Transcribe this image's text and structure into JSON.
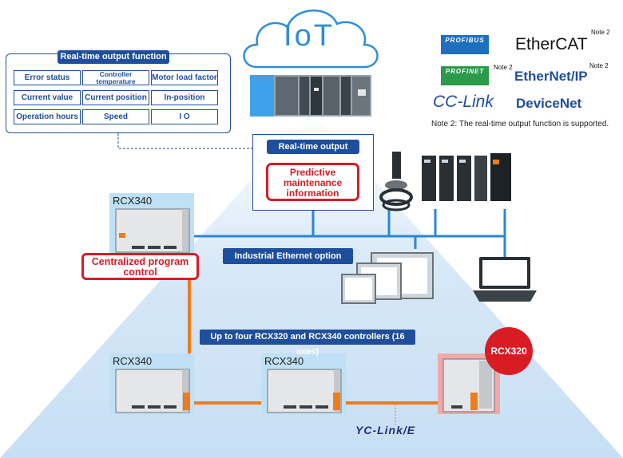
{
  "cloud": {
    "label": "IoT"
  },
  "realtime_panel": {
    "title": "Real-time output function",
    "items": [
      "Error status",
      "Controller temperature",
      "Motor load factor",
      "Current value",
      "Current position",
      "In-position",
      "Operation hours",
      "Speed",
      "I O"
    ]
  },
  "logos": {
    "profibus": "PROFIBUS",
    "profinet": "PROFINET",
    "ethercat": "EtherCAT",
    "ethernetip": "EtherNet/IP",
    "cclink": "CC-Link",
    "devicenet": "DeviceNet",
    "note_mark": "Note 2"
  },
  "note_text": "Note 2: The real-time output function is supported.",
  "realtime_output": {
    "title": "Real-time output",
    "predictive": "Predictive maintenance information"
  },
  "industrial_ethernet": "Industrial Ethernet option",
  "centralized": "Centralized program control",
  "controllers_label": "Up to four RCX320 and RCX340 controllers (16 axes)",
  "controllers": {
    "top": "RCX340",
    "bottom_left": "RCX340",
    "bottom_mid": "RCX340",
    "rcx320": "RCX320"
  },
  "yclink": "YC-Link/E",
  "colors": {
    "brand_blue": "#1f4e9c",
    "accent_red": "#d91c24",
    "link_orange": "#ee7b1e",
    "cloud_blue": "#2f8ed8",
    "pyramid_light": "#cfe4f6"
  }
}
